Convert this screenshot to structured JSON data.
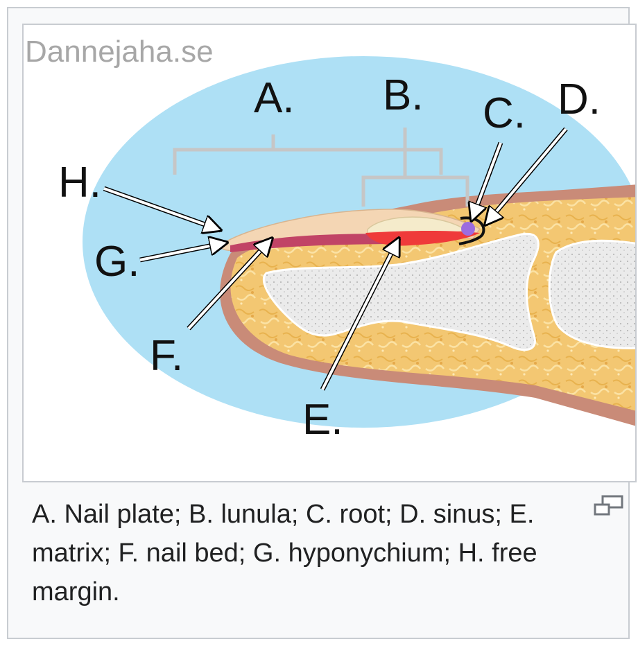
{
  "watermark": "Dannejaha.se",
  "diagram": {
    "labels": {
      "a": "A.",
      "b": "B.",
      "c": "C.",
      "d": "D.",
      "e": "E.",
      "f": "F.",
      "g": "G.",
      "h": "H."
    },
    "colors": {
      "background_oval": "#aee0f5",
      "finger_outline": "#c98b78",
      "finger_tissue": "#f3c772",
      "bone": "#ececec",
      "nail_plate": "#f4d6b4",
      "lunula": "#f5ebcb",
      "matrix": "#ef3a3a",
      "nail_bed": "#c14466",
      "root": "#9c6ce0",
      "sinus": "#111111"
    }
  },
  "caption": {
    "text": "A. Nail plate; B. lunula; C. root; D. sinus; E. matrix; F. nail bed; G. hyponychium; H. free margin."
  },
  "enlarge_icon": "enlarge-icon"
}
